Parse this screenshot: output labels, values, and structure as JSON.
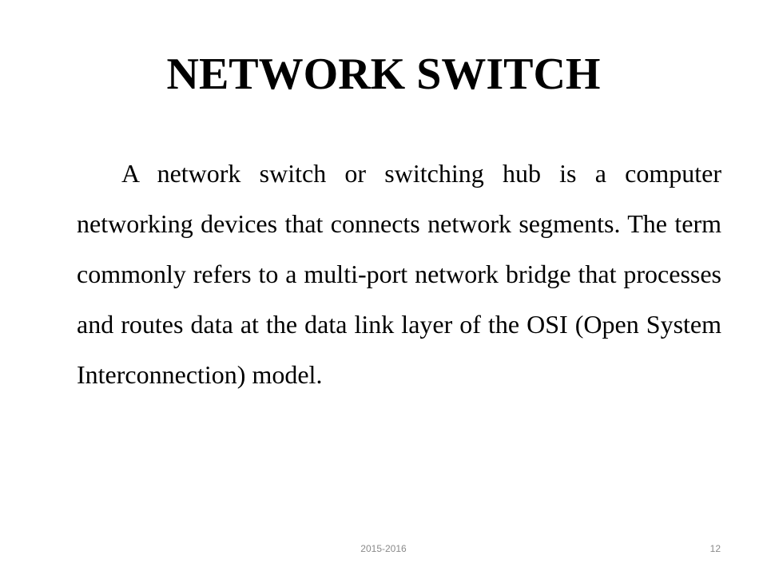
{
  "slide": {
    "title": "NETWORK SWITCH",
    "body": "A network switch or switching hub is a computer networking devices that connects network segments. The term commonly refers to a multi-port network bridge that processes and routes data at the data link layer of the OSI (Open System Interconnection) model.",
    "footer": {
      "date": "2015-2016",
      "page_number": "12"
    }
  },
  "colors": {
    "text": "#000000",
    "footer_text": "#8a8a8a",
    "background": "#ffffff"
  }
}
